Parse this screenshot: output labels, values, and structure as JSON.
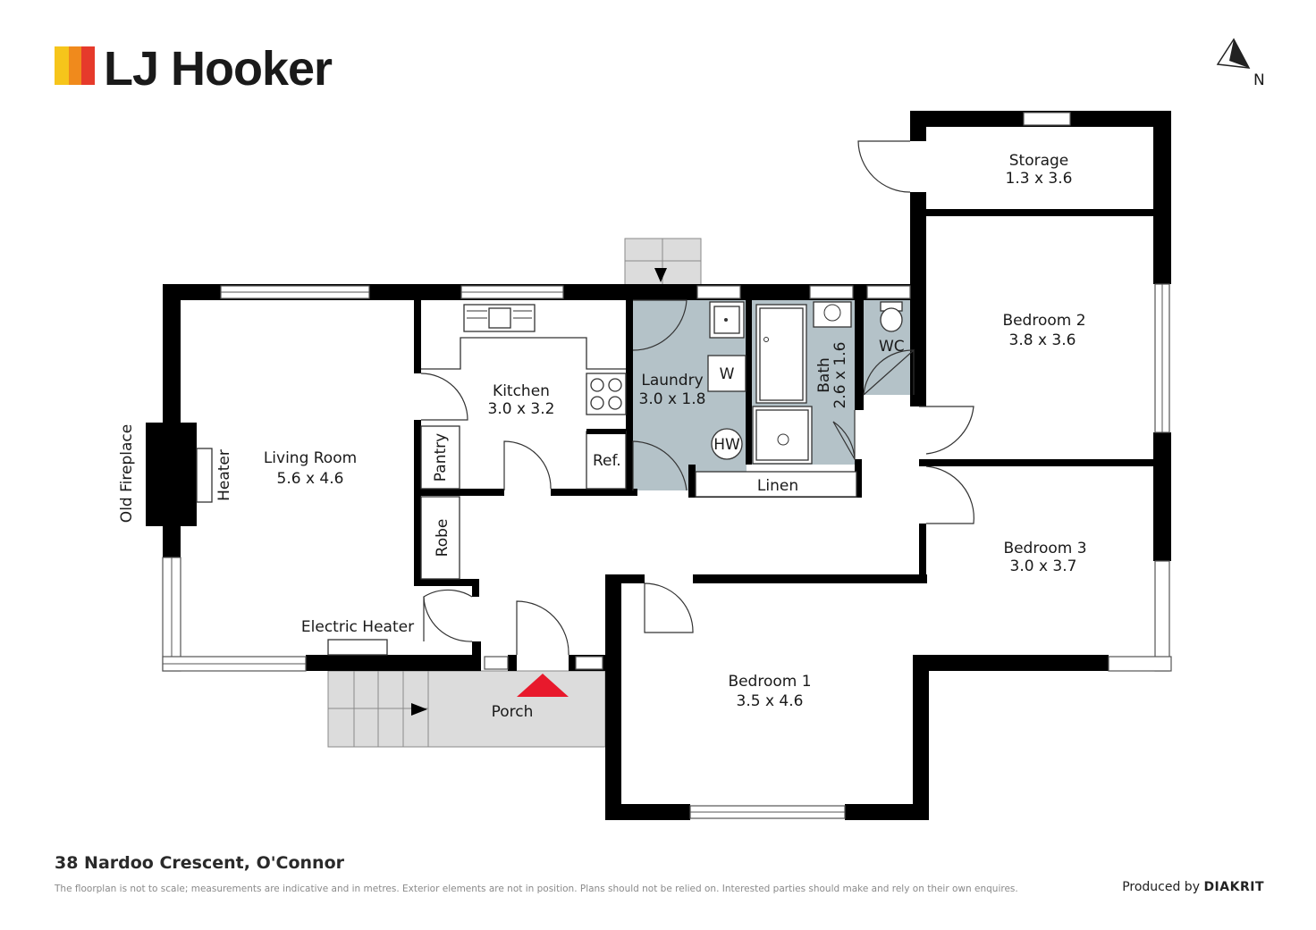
{
  "brand": {
    "name": "LJ Hooker",
    "colors": [
      "#f6c51b",
      "#f08a1c",
      "#e63a2b"
    ]
  },
  "compass": {
    "label": "N"
  },
  "rooms": [
    {
      "name": "Storage",
      "size": "1.3 x 3.6"
    },
    {
      "name": "Bedroom 2",
      "size": "3.8 x 3.6"
    },
    {
      "name": "Living Room",
      "size": "5.6 x 4.6"
    },
    {
      "name": "Kitchen",
      "size": "3.0 x 3.2"
    },
    {
      "name": "Laundry",
      "size": "3.0 x 1.8"
    },
    {
      "name": "Bath",
      "size": "2.6 x 1.6"
    },
    {
      "name": "Bedroom 3",
      "size": "3.0 x 3.7"
    },
    {
      "name": "Bedroom 1",
      "size": "3.5 x 4.6"
    }
  ],
  "labels": {
    "wc": "WC",
    "washer": "W",
    "hot_water": "HW",
    "fridge": "Ref.",
    "pantry": "Pantry",
    "robe": "Robe",
    "linen": "Linen",
    "porch": "Porch",
    "heater": "Heater",
    "old_fireplace": "Old Fireplace",
    "electric_heater": "Electric Heater"
  },
  "colors": {
    "wall": "#000000",
    "wet_area": "#b4c2c8",
    "entry_marker": "#e8192c"
  },
  "footer": {
    "address": "38 Nardoo Crescent, O'Connor",
    "disclaimer": "The floorplan is not to scale; measurements are indicative and in metres. Exterior elements are not in position. Plans should not be relied on. Interested parties should make and rely on their own enquires.",
    "produced_by_prefix": "Produced by",
    "produced_by_brand": "DIAKRIT"
  }
}
